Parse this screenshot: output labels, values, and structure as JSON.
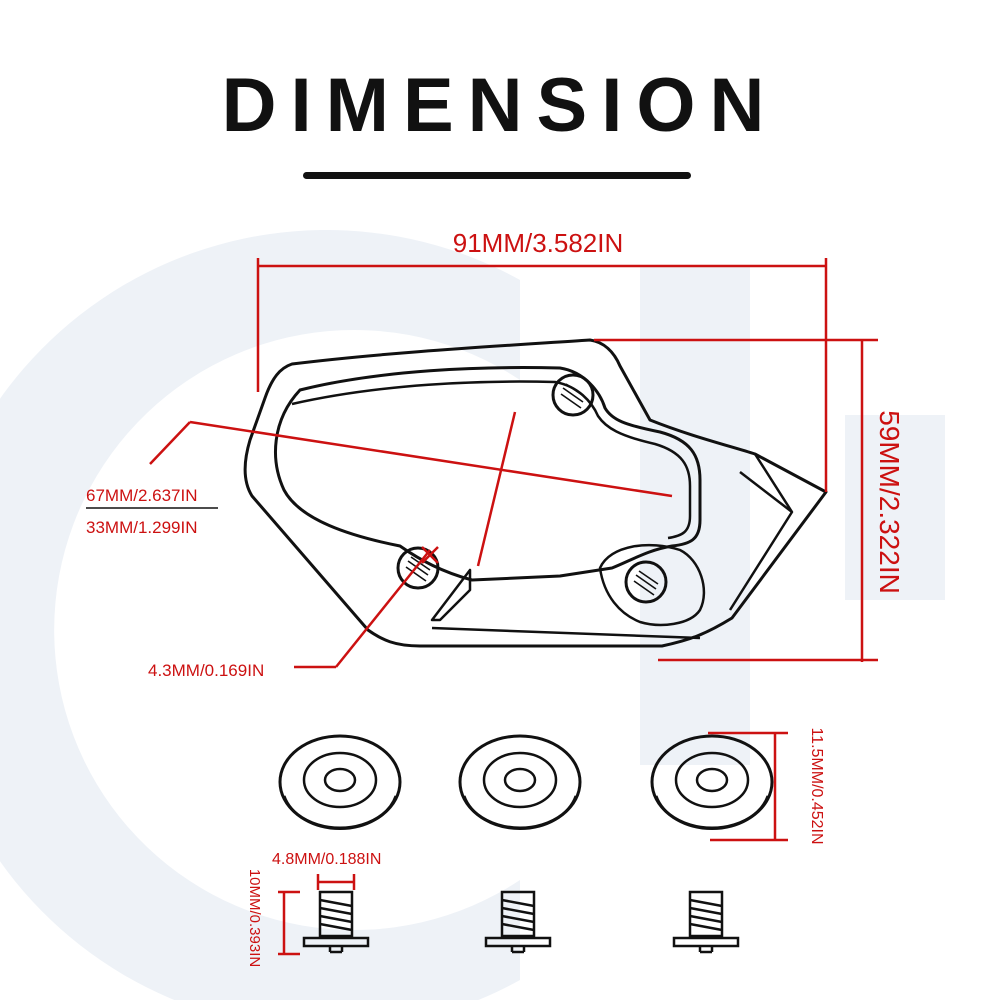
{
  "title": "DIMENSION",
  "colors": {
    "dimension": "#cc1111",
    "outline": "#111111",
    "watermark": "#eef2f7"
  },
  "dimensions": {
    "width": "91MM/3.582IN",
    "height": "59MM/2.322IN",
    "long_diagonal": "67MM/2.637IN",
    "short_diagonal": "33MM/1.299IN",
    "hole": "4.3MM/0.169IN",
    "washer": "11.5MM/0.452IN",
    "screw_head": "4.8MM/0.188IN",
    "screw_length": "10MM/0.393IN"
  }
}
